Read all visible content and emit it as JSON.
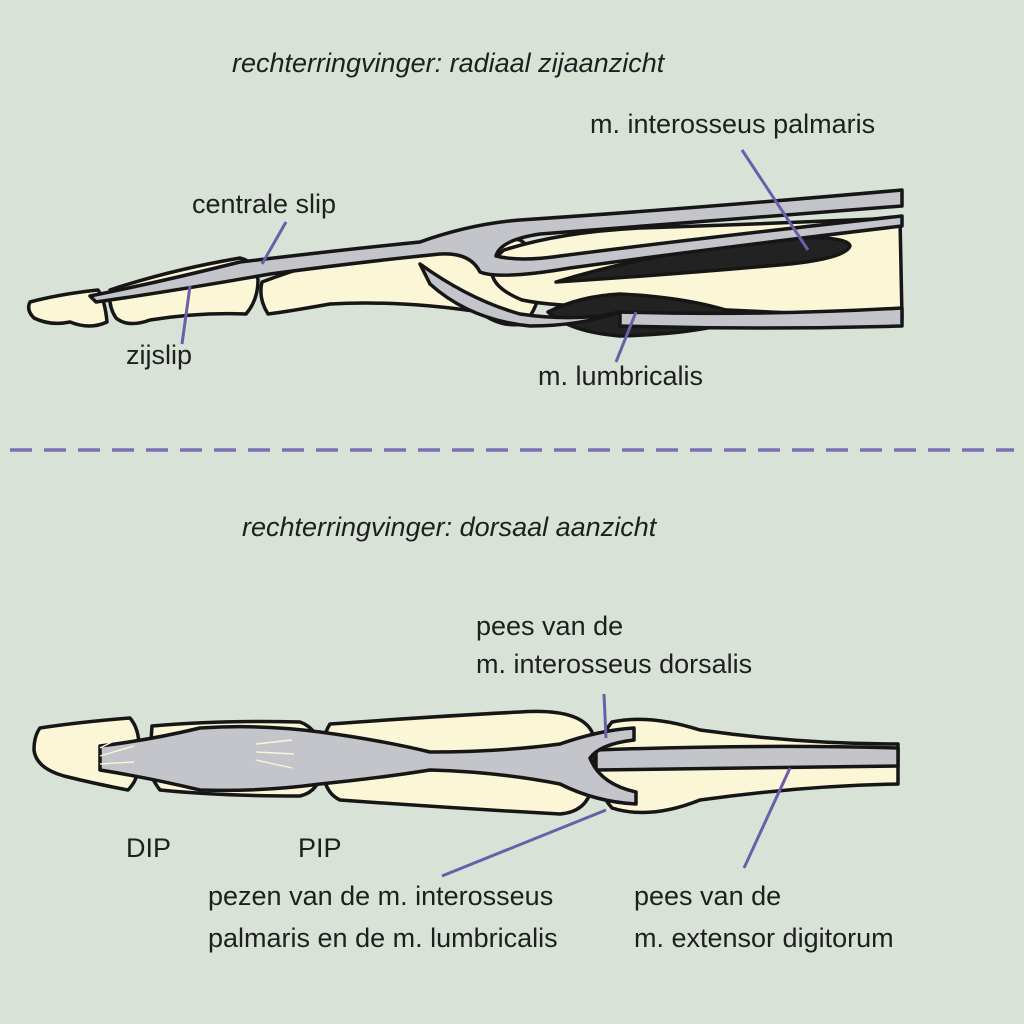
{
  "titles": {
    "side_view": "rechterringvinger: radiaal zijaanzicht",
    "dorsal_view": "rechterringvinger: dorsaal aanzicht"
  },
  "labels": {
    "interosseus_palmaris": "m. interosseus palmaris",
    "centrale_slip": "centrale slip",
    "zijslip": "zijslip",
    "lumbricalis": "m. lumbricalis",
    "pees_interosseus_dorsalis_1": "pees van de",
    "pees_interosseus_dorsalis_2": "m. interosseus dorsalis",
    "dip": "DIP",
    "pip": "PIP",
    "pezen_1": "pezen van de m. interosseus",
    "pezen_2": "palmaris en de m. lumbricalis",
    "pees_extensor_1": "pees van de",
    "pees_extensor_2": "m. extensor digitorum"
  },
  "colors": {
    "background": "#d8e2d7",
    "bone": "#fbf6d6",
    "tendon": "#c3c5ca",
    "muscle": "#222222",
    "leader": "#6b5fa8",
    "divider": "#7d6fb3"
  }
}
